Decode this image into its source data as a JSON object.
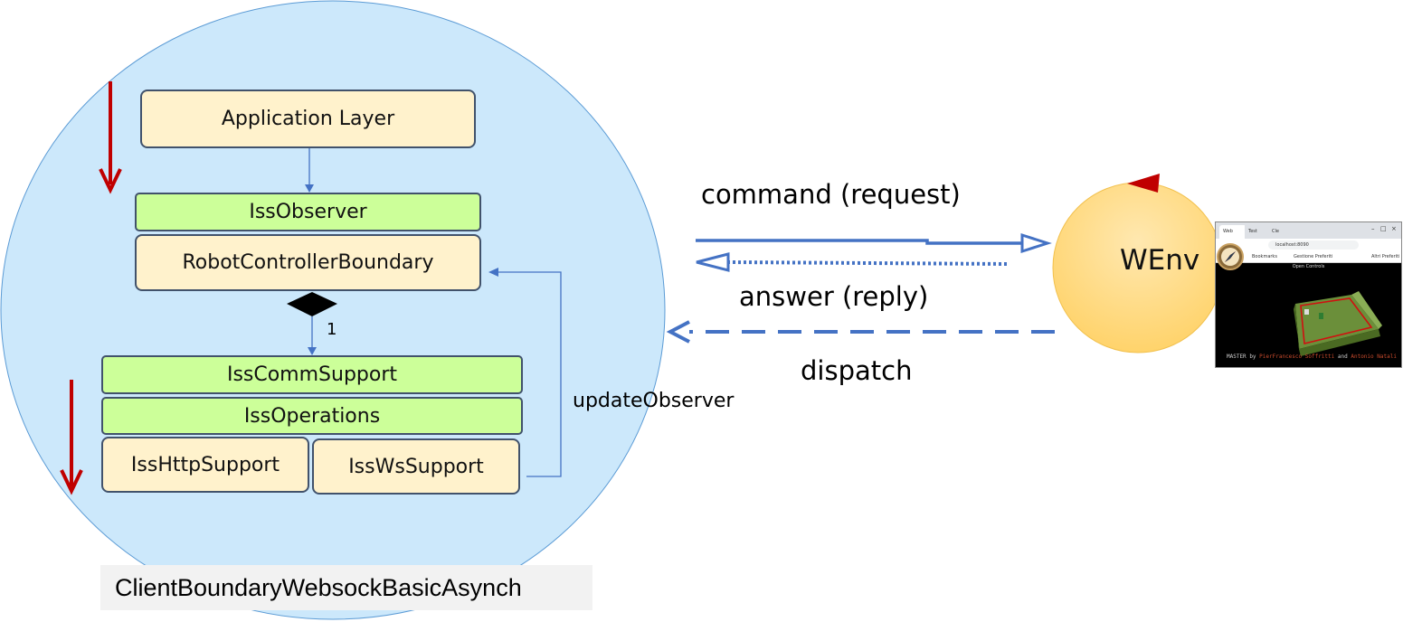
{
  "component": {
    "layers": {
      "application": "Application Layer",
      "observer": "IssObserver",
      "controller": "RobotControllerBoundary",
      "comm_support": "IssCommSupport",
      "operations": "IssOperations",
      "http_support": "IssHttpSupport",
      "ws_support": "IssWsSupport"
    },
    "multiplicity": "1",
    "update_label": "updateObserver",
    "caption": "ClientBoundaryWebsockBasicAsynch"
  },
  "messages": {
    "command": "command (request)",
    "answer": "answer (reply)",
    "dispatch": "dispatch"
  },
  "wenv": {
    "label": "WEnv",
    "browser": {
      "tabs": [
        "Web",
        "Test",
        "Cle"
      ],
      "url": "localhost:8090",
      "bookmarks": [
        "Bookmarks",
        "Gestione Preferiti",
        "Altri Preferiti"
      ],
      "controls_label": "Open Controls",
      "credits_prefix": "MASTER",
      "credits_by": "by",
      "credits_author1": "PierFrancesco Soffritti",
      "credits_and": "and",
      "credits_author2": "Antonio Natali"
    }
  },
  "colors": {
    "circle_fill": "#cce8fb",
    "circle_stroke": "#5b9bd5",
    "box_fill": "#fff2cc",
    "green_fill": "#ccff99",
    "arrow_blue": "#4472c4",
    "arrow_red": "#c00000",
    "wenv_fill": "#ffd966"
  },
  "icons": {
    "compass": "compass-icon"
  }
}
